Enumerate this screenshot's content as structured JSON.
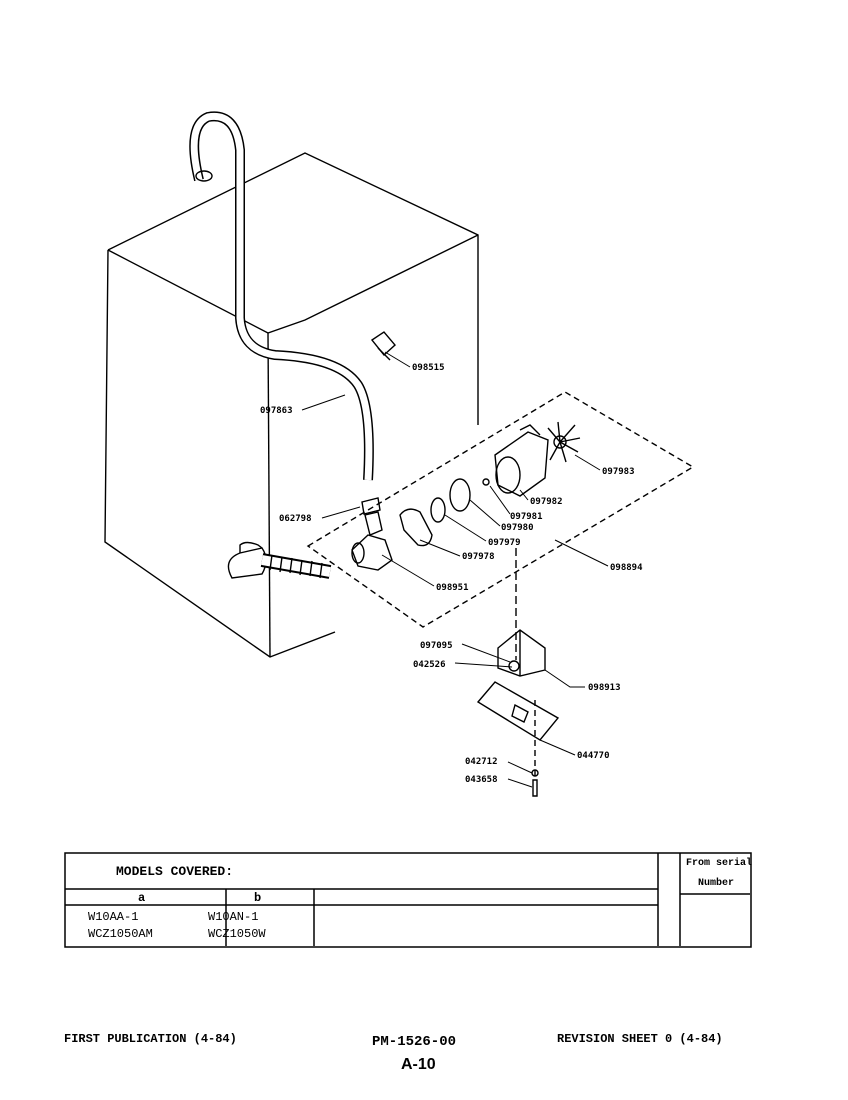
{
  "diagram": {
    "parts": [
      {
        "number": "098515"
      },
      {
        "number": "097863"
      },
      {
        "number": "097983"
      },
      {
        "number": "097982"
      },
      {
        "number": "097981"
      },
      {
        "number": "097980"
      },
      {
        "number": "062798"
      },
      {
        "number": "097979"
      },
      {
        "number": "097978"
      },
      {
        "number": "098894"
      },
      {
        "number": "098951"
      },
      {
        "number": "097095"
      },
      {
        "number": "042526"
      },
      {
        "number": "098913"
      },
      {
        "number": "044770"
      },
      {
        "number": "042712"
      },
      {
        "number": "043658"
      }
    ]
  },
  "models": {
    "title": "MODELS COVERED:",
    "from_serial_line1": "From serial",
    "from_serial_line2": "Number",
    "col_a": "a",
    "col_b": "b",
    "a_models": [
      "W10AA-1",
      "WCZ1050AM"
    ],
    "b_models": [
      "W10AN-1",
      "WCZ1050W"
    ]
  },
  "footer": {
    "first_publication": "FIRST PUBLICATION (4-84)",
    "pm_number": "PM-1526-00",
    "revision": "REVISION SHEET 0 (4-84)",
    "page": "A-10"
  }
}
